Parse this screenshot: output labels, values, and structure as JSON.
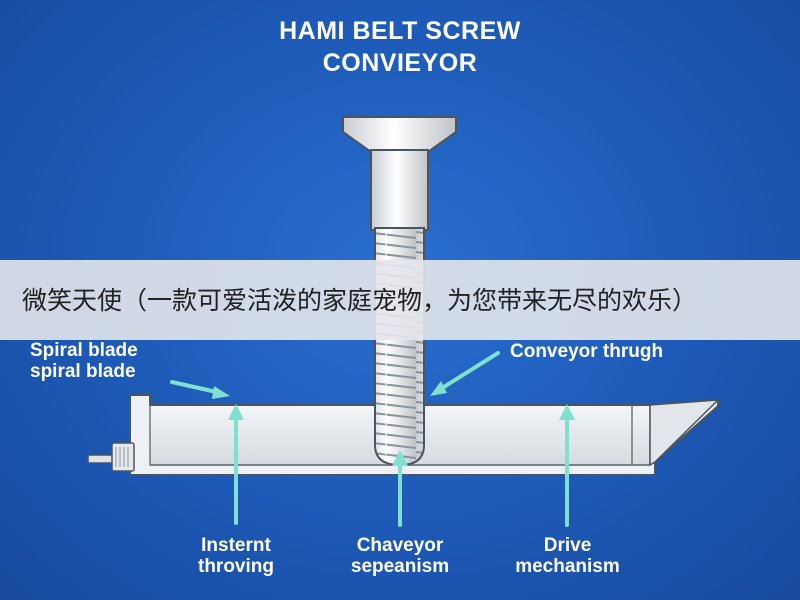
{
  "title": {
    "line1": "HAMI BELT SCREW",
    "line2": "CONVIEYOR"
  },
  "labels": {
    "spiral_blade_1": "Spiral blade",
    "spiral_blade_2": "spiral blade",
    "conveyor_trough": "Conveyor thrugh",
    "insternt_1": "Insternt",
    "insternt_2": "throving",
    "chaveyor_1": "Chaveyor",
    "chaveyor_2": "sepeanism",
    "drive_1": "Drive",
    "drive_2": "mechanism"
  },
  "banner": {
    "text": "微笑天使（一款可爱活泼的家庭宠物，为您带来无尽的欢乐）"
  },
  "colors": {
    "background": "#1f5fbf",
    "arrow": "#7fe0d2",
    "metal": "#e8eaed",
    "outline": "#5a6570"
  }
}
